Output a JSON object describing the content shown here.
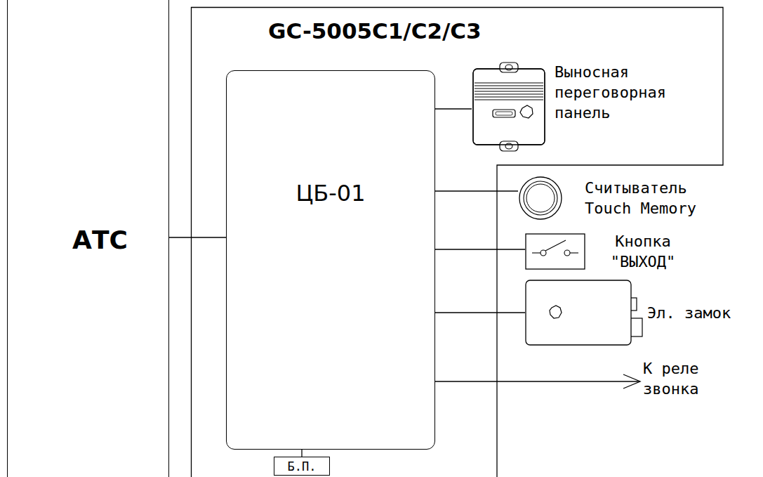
{
  "diagram": {
    "nodes": [
      {
        "text": [
          "АТС"
        ]
      },
      {
        "text": [
          "GC-5005C1/C2/C3"
        ]
      },
      {
        "text": [
          "ЦБ-01"
        ],
        "in": 1
      },
      {
        "text": [
          "Выносная переговорная панель"
        ],
        "in": 1
      },
      {
        "text": [
          "Считыватель Touch Memory"
        ]
      },
      {
        "text": [
          "Кнопка \"ВЫХОД\""
        ]
      },
      {
        "text": [
          "Эл. замок"
        ]
      },
      {
        "text": [
          "Б.П."
        ],
        "in": 1
      }
    ],
    "edges": [
      {
        "from": 0,
        "to": 2,
        "arrow": "none"
      },
      {
        "from": 2,
        "to": 3,
        "arrow": "none"
      },
      {
        "from": 2,
        "to": 4,
        "arrow": "none"
      },
      {
        "from": 2,
        "to": 5,
        "arrow": "none"
      },
      {
        "from": 2,
        "to": 6,
        "arrow": "none"
      },
      {
        "from": 2,
        "to": 7,
        "arrow": "none"
      }
    ],
    "labels": [
      "К реле звонка"
    ]
  }
}
